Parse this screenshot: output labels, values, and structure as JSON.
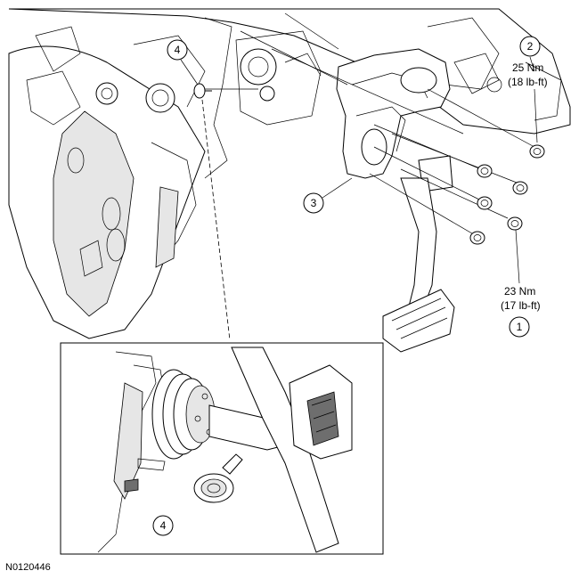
{
  "figure_id": "N0120446",
  "callouts": [
    {
      "number": "1",
      "torque_nm": "23 Nm",
      "torque_lbft": "(17 lb-ft)"
    },
    {
      "number": "2",
      "torque_nm": "25 Nm",
      "torque_lbft": "(18 lb-ft)"
    },
    {
      "number": "3"
    },
    {
      "number": "4"
    },
    {
      "number": "4"
    }
  ],
  "colors": {
    "line": "#000000",
    "background": "#ffffff",
    "shade": "#e6e6e6",
    "dark": "#6e6e6e"
  }
}
